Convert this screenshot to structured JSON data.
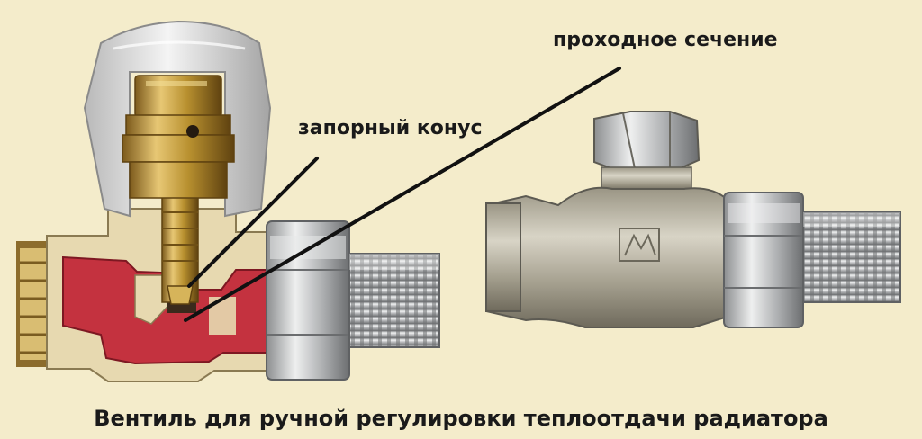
{
  "labels": {
    "flow_section": "проходное сечение",
    "shutoff_cone": "запорный конус"
  },
  "caption": "Вентиль для ручной регулировки теплоотдачи  радиатора",
  "colors": {
    "background": "#f4eccb",
    "handle_cap": "#e3e3e3",
    "brass": "#c9a24a",
    "cutaway_body": "#e7d9b0",
    "valve_interior": "#c4323f",
    "chrome": "#c9cbcd",
    "pointer_line": "#111111"
  }
}
